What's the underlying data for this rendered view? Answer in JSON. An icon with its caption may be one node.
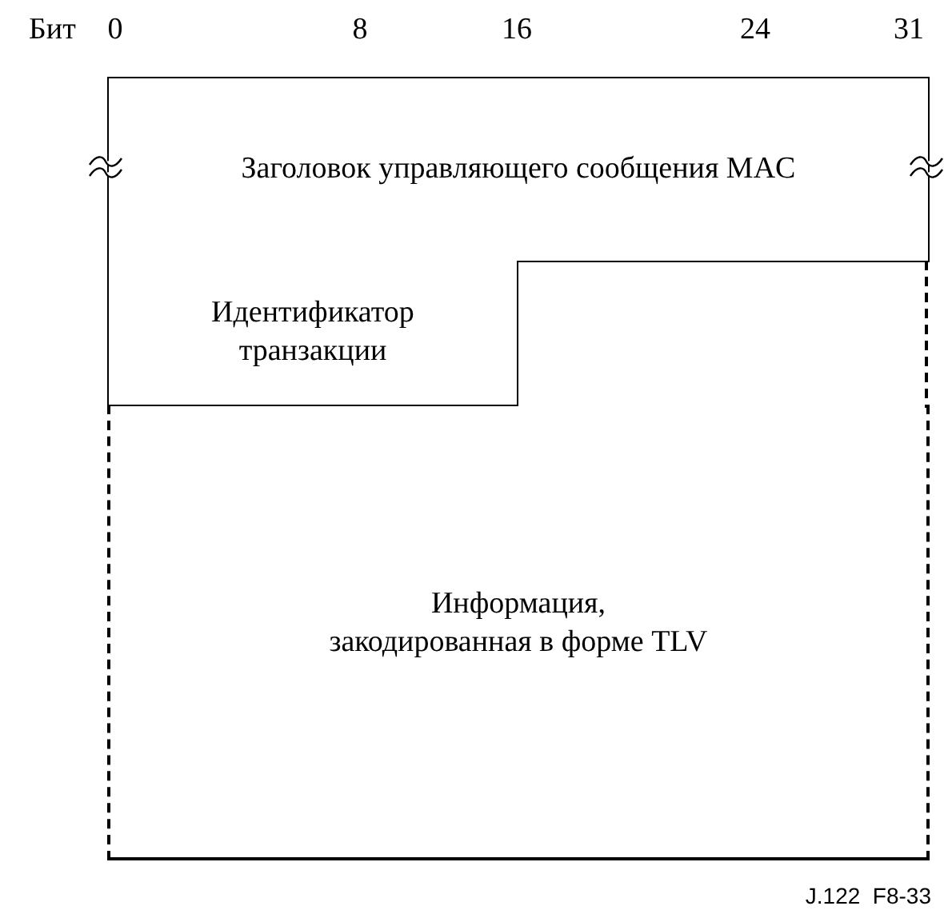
{
  "diagram": {
    "nodes": [
      {
        "text": [
          "Заголовок управляющего сообщения MAC"
        ]
      },
      {
        "text": [
          "Идентификатор транзакции"
        ]
      },
      {
        "text": [
          "Информация, закодированная в форме TLV"
        ]
      }
    ],
    "labels": [
      "Бит",
      "0",
      "8",
      "16",
      "24",
      "31",
      "J.122  F8-33"
    ]
  }
}
